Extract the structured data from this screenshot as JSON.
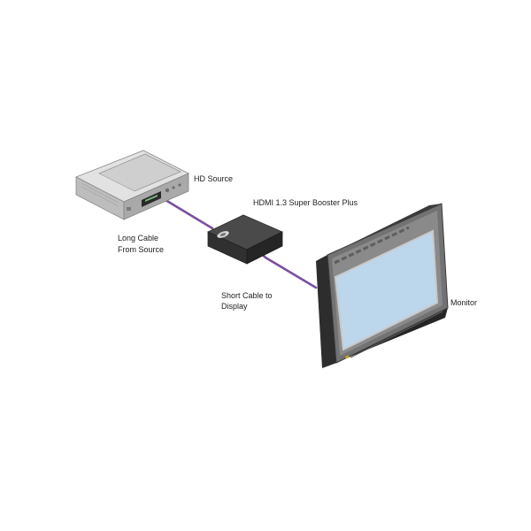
{
  "labels": {
    "hd_source": "HD Source",
    "booster": "HDMI 1.3 Super Booster Plus",
    "long_cable_line1": "Long Cable",
    "long_cable_line2": "From Source",
    "short_cable_line1": "Short Cable to",
    "short_cable_line2": "Display",
    "monitor": "Monitor"
  },
  "colors": {
    "cable": "#7b4fa0",
    "screen": "#bcd7ec",
    "source_body": "#d5d5d5",
    "booster_body": "#3d3d3d",
    "monitor_bezel": "#6f6f6f"
  },
  "icons": {
    "source": "av-receiver-icon",
    "booster": "signal-booster-box-icon",
    "monitor": "flat-panel-monitor-icon"
  }
}
